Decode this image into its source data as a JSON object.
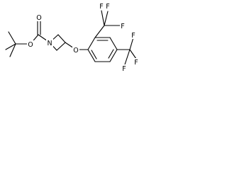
{
  "structure": {
    "atoms": {
      "carbonyl_o": "O",
      "ester_o": "O",
      "ring_n": "N",
      "ether_o": "O",
      "f_top_1": "F",
      "f_top_2": "F",
      "f_top_3": "F",
      "f_bot_1": "F",
      "f_bot_2": "F",
      "f_bot_3": "F"
    }
  }
}
